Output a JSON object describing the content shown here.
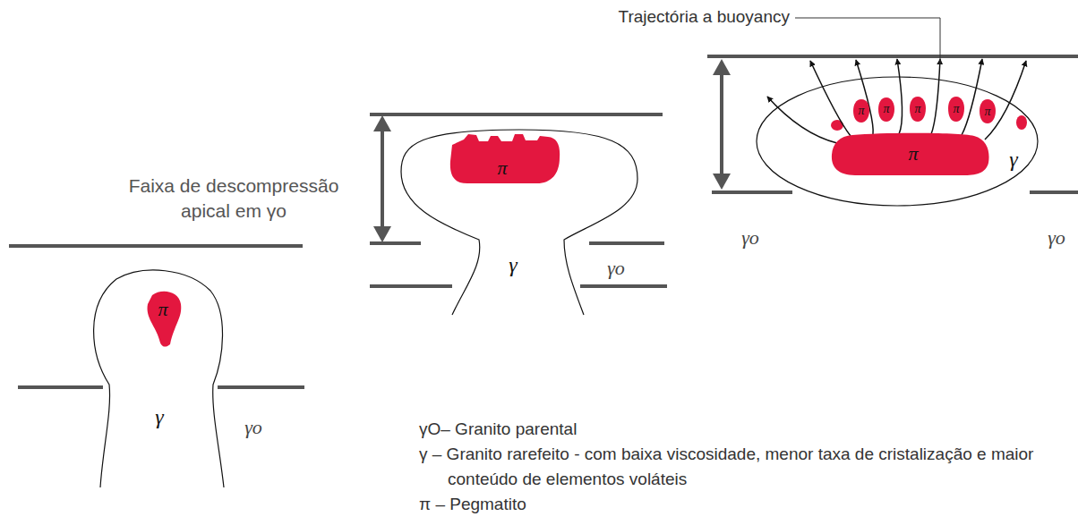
{
  "diagram": {
    "nodes": [
      {
        "text": [
          "γ"
        ]
      },
      {
        "text": [
          "π"
        ],
        "in": 0
      },
      {
        "text": [
          "γ"
        ]
      },
      {
        "text": [
          "π"
        ],
        "in": 2
      },
      {
        "text": [
          "γ"
        ]
      },
      {
        "text": [
          "π"
        ],
        "in": 4
      },
      {
        "text": [
          "π"
        ],
        "in": 4
      },
      {
        "text": [
          "π"
        ],
        "in": 4
      },
      {
        "text": [
          "π"
        ],
        "in": 4
      },
      {
        "text": [
          "π"
        ],
        "in": 4
      },
      {
        "text": [
          "π"
        ],
        "in": 4
      }
    ],
    "labels": [
      "Trajectória a buoyancy",
      "Faixa de descompressão apical em γo",
      "γo",
      "γo",
      "γo",
      "γo"
    ],
    "legend": [
      {
        "text": "γO– Granito parental"
      },
      {
        "text": "γ – Granito rarefeito - com baixa viscosidade, menor taxa de cristalização e maior conteúdo de elementos voláteis"
      },
      {
        "text": "π – Pegmatito"
      }
    ]
  }
}
